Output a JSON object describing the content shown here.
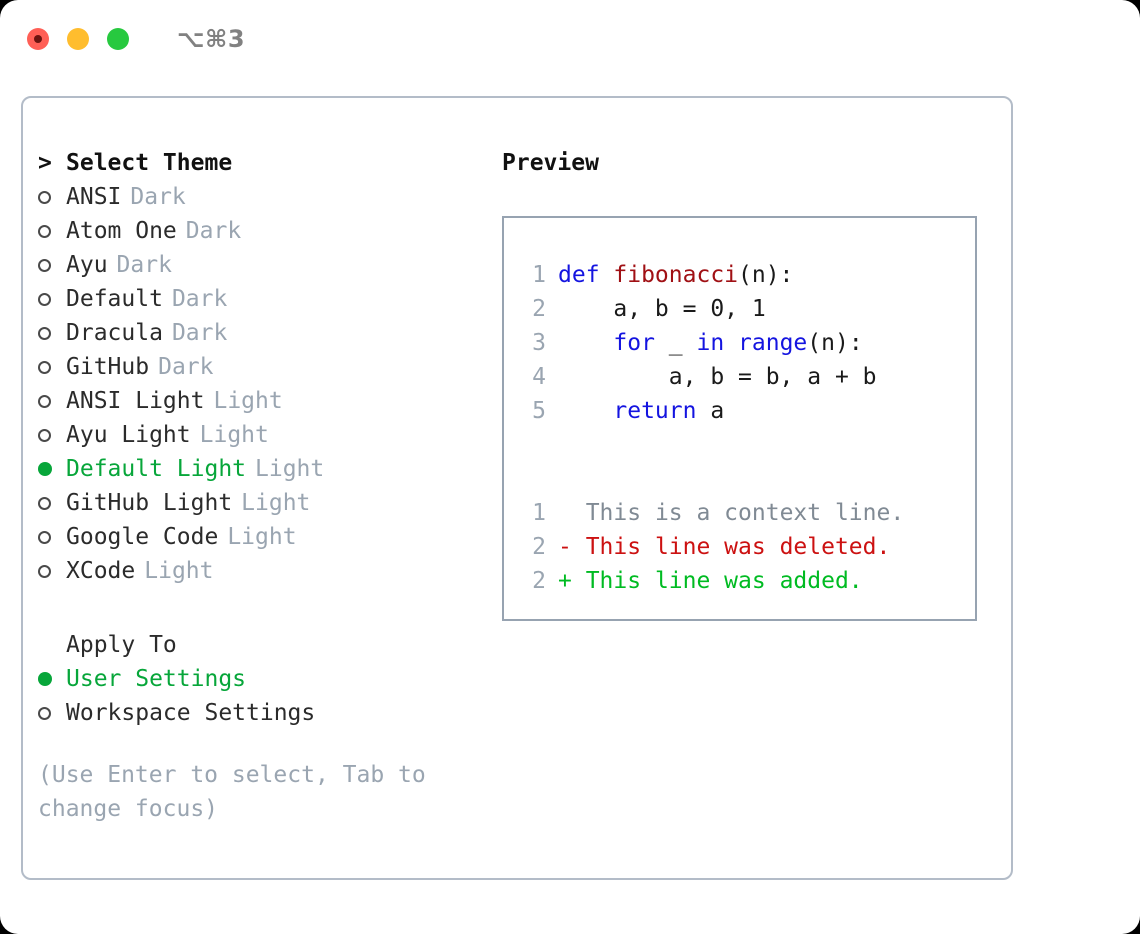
{
  "titlebar": {
    "shortcut": "⌥⌘3",
    "lights": [
      {
        "name": "close",
        "color": "#ff5f56"
      },
      {
        "name": "minimize",
        "color": "#ffbd2e"
      },
      {
        "name": "zoom",
        "color": "#27c93f"
      }
    ]
  },
  "accent": {
    "selected_green": "#07a63a",
    "muted_gray": "#9aa5b1",
    "border": "#b3bcc8"
  },
  "theme_picker": {
    "header_caret": ">",
    "header_label": "Select Theme",
    "marker_unselected": "○",
    "marker_selected": "●",
    "items": [
      {
        "name": "ANSI",
        "category": "Dark",
        "selected": false
      },
      {
        "name": "Atom One",
        "category": "Dark",
        "selected": false
      },
      {
        "name": "Ayu",
        "category": "Dark",
        "selected": false
      },
      {
        "name": "Default",
        "category": "Dark",
        "selected": false
      },
      {
        "name": "Dracula",
        "category": "Dark",
        "selected": false
      },
      {
        "name": "GitHub",
        "category": "Dark",
        "selected": false
      },
      {
        "name": "ANSI Light",
        "category": "Light",
        "selected": false
      },
      {
        "name": "Ayu Light",
        "category": "Light",
        "selected": false
      },
      {
        "name": "Default Light",
        "category": "Light",
        "selected": true
      },
      {
        "name": "GitHub Light",
        "category": "Light",
        "selected": false
      },
      {
        "name": "Google Code",
        "category": "Light",
        "selected": false
      },
      {
        "name": "XCode",
        "category": "Light",
        "selected": false
      }
    ]
  },
  "apply_to": {
    "header_label": "Apply To",
    "options": [
      {
        "label": "User Settings",
        "selected": true
      },
      {
        "label": "Workspace Settings",
        "selected": false
      }
    ]
  },
  "hint": {
    "line1": "(Use Enter to select, Tab to",
    "line2": "change focus)"
  },
  "preview": {
    "title": "Preview",
    "code_lines": [
      {
        "number": "1",
        "tokens": [
          {
            "text": "def ",
            "style": "kw"
          },
          {
            "text": "fibonacci",
            "style": "fn"
          },
          {
            "text": "(n):",
            "style": "pl"
          }
        ]
      },
      {
        "number": "2",
        "tokens": [
          {
            "text": "    a, b = 0, 1",
            "style": "pl"
          }
        ]
      },
      {
        "number": "3",
        "tokens": [
          {
            "text": "    ",
            "style": "pl"
          },
          {
            "text": "for",
            "style": "kw"
          },
          {
            "text": " _ ",
            "style": "pl"
          },
          {
            "text": "in",
            "style": "kw"
          },
          {
            "text": " ",
            "style": "pl"
          },
          {
            "text": "range",
            "style": "kw"
          },
          {
            "text": "(n):",
            "style": "pl"
          }
        ]
      },
      {
        "number": "4",
        "tokens": [
          {
            "text": "        a, b = b, a + b",
            "style": "pl"
          }
        ]
      },
      {
        "number": "5",
        "tokens": [
          {
            "text": "    ",
            "style": "pl"
          },
          {
            "text": "return",
            "style": "kw"
          },
          {
            "text": " a",
            "style": "pl"
          }
        ]
      }
    ],
    "diff_lines": [
      {
        "number": "1",
        "marker": " ",
        "text": " This is a context line.",
        "kind": "ctx"
      },
      {
        "number": "2",
        "marker": "-",
        "text": " This line was deleted.",
        "kind": "del"
      },
      {
        "number": "2",
        "marker": "+",
        "text": " This line was added.",
        "kind": "add"
      }
    ]
  }
}
